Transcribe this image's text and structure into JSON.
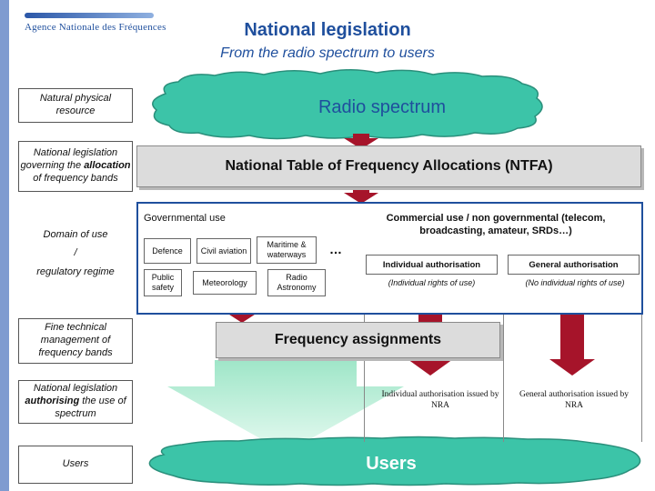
{
  "logo": {
    "text": "Agence Nationale des Fréquences"
  },
  "title": "National legislation",
  "subtitle": "From the radio spectrum to users",
  "left_labels": {
    "natural": "Natural physical resource",
    "allocation_pre": "National legislation governing the ",
    "allocation_em": "allocation",
    "allocation_post": " of frequency bands",
    "domain_line1": "Domain of  use",
    "domain_line2": "/",
    "domain_line3": "regulatory regime",
    "fine": "Fine technical management  of frequency bands",
    "authorising_pre": "National legislation ",
    "authorising_em": "authorising",
    "authorising_post": " the use of spectrum",
    "users": "Users"
  },
  "radio_spectrum": "Radio spectrum",
  "ntfa": "National Table of Frequency Allocations (NTFA)",
  "governmental": {
    "label": "Governmental use",
    "categories": [
      "Defence",
      "Civil aviation",
      "Maritime & waterways",
      "Public safety",
      "Meteorology",
      "Radio Astronomy"
    ],
    "more": "…"
  },
  "commercial": {
    "label": "Commercial use / non governmental (telecom, broadcasting, amateur, SRDs…)",
    "individual": "Individual authorisation",
    "general": "General authorisation",
    "individual_rights": "(Individual rights of use)",
    "general_rights": "(No individual rights of use)"
  },
  "frequency_assignments": "Frequency assignments",
  "issued": {
    "individual": "Individual authorisation issued by NRA",
    "general": "General authorisation issued by NRA"
  },
  "users": "Users",
  "colors": {
    "title_blue": "#1f4f9d",
    "cloud_teal": "#3cc4a8",
    "arrow_red": "#a6142a",
    "box_gray": "#dcdcdc"
  }
}
